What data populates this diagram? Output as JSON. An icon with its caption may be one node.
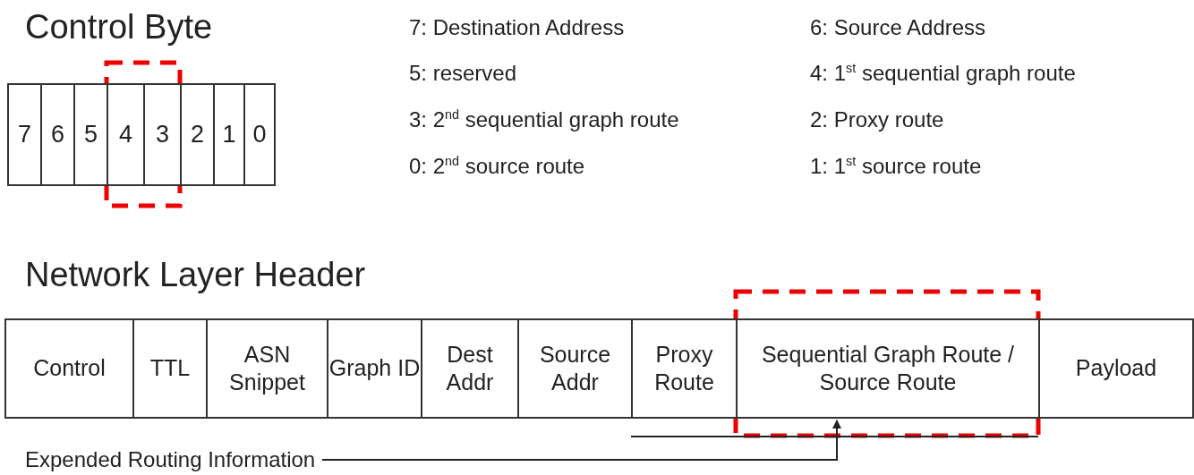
{
  "diagram": {
    "nodes": [
      {
        "text": [
          "7"
        ]
      },
      {
        "text": [
          "6"
        ]
      },
      {
        "text": [
          "5"
        ]
      },
      {
        "text": [
          "4"
        ]
      },
      {
        "text": [
          "3"
        ]
      },
      {
        "text": [
          "2"
        ]
      },
      {
        "text": [
          "1"
        ]
      },
      {
        "text": [
          "0"
        ]
      },
      {
        "text": [
          "Control"
        ]
      },
      {
        "text": [
          "TTL"
        ]
      },
      {
        "text": [
          "ASN Snippet"
        ]
      },
      {
        "text": [
          "Graph ID"
        ]
      },
      {
        "text": [
          "Dest Addr"
        ]
      },
      {
        "text": [
          "Source Addr"
        ]
      },
      {
        "text": [
          "Proxy Route"
        ]
      },
      {
        "text": [
          "Sequential Graph Route / Source Route"
        ]
      },
      {
        "text": [
          "Payload"
        ]
      },
      {
        "text": [
          "Expended Routing Information"
        ]
      }
    ],
    "edges": [
      {
        "from": 17,
        "to": 15,
        "arrow": "to"
      }
    ],
    "labels": [
      "Control Byte",
      "7: Destination Address",
      "6: Source Address",
      "5: reserved",
      "4: 1$^{st}$ sequential graph route",
      "3: 2$^{nd}$ sequential graph route",
      "2: Proxy route",
      "0: 2$^{nd}$ source route",
      "1: 1$^{st}$ source route",
      "Network Layer Header"
    ]
  }
}
